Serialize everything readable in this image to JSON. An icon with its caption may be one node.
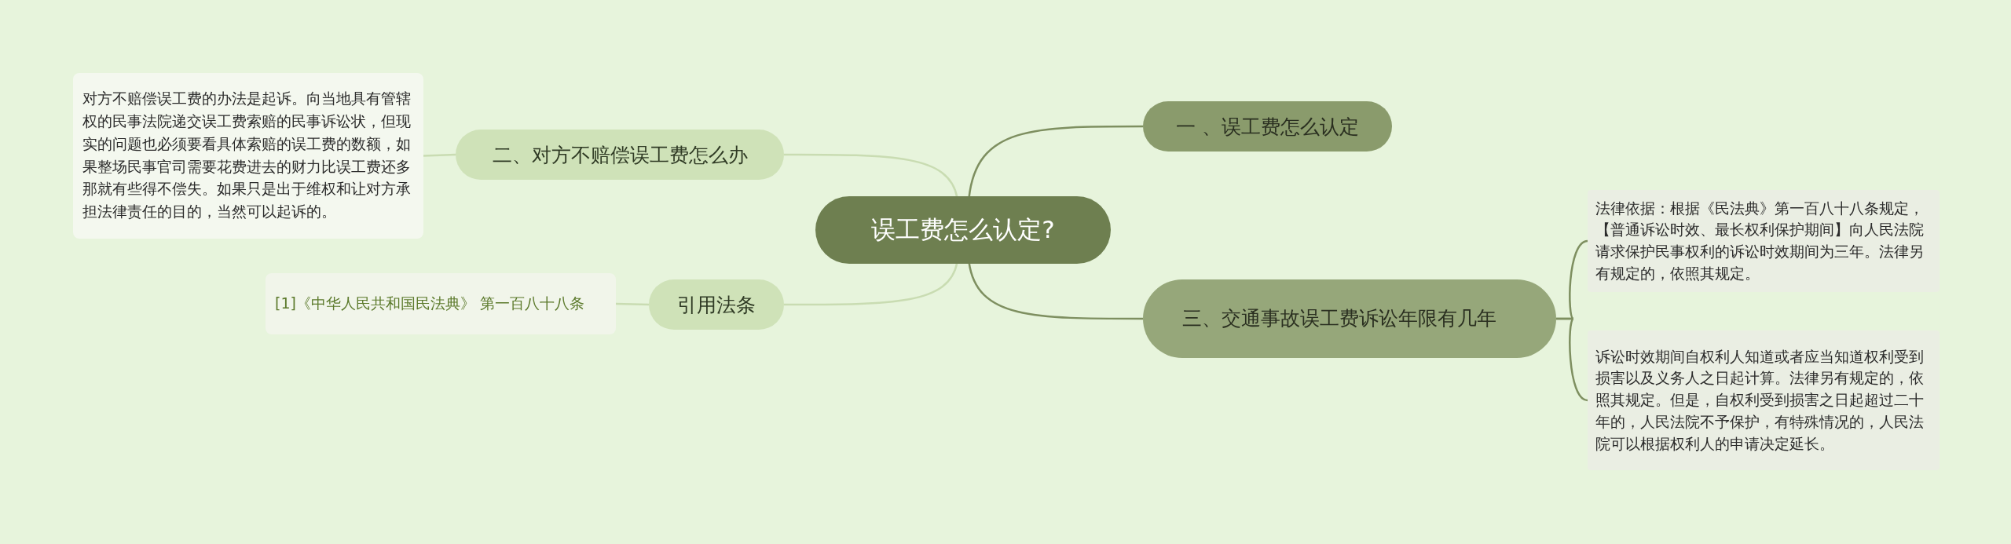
{
  "diagram": {
    "nodes": [
      {
        "text": [
          "误工费怎么认定?"
        ]
      },
      {
        "text": [
          "二、对方不赔偿误工费怎么办"
        ]
      },
      {
        "text": [
          "对方不赔偿误工费的办法是起诉。向当地具有管辖权的民事法院递交误工费索赔的民事诉讼状，但现实的问题也必须要看具体索赔的误工费的数额，如果整场民事官司需要花费进去的财力比误工费还多那就有些得不偿失。如果只是出于维权和让对方承担法律责任的目的，当然可以起诉的。"
        ]
      },
      {
        "text": [
          "引用法条"
        ]
      },
      {
        "text": [
          "[1]《中华人民共和国民法典》 第一百八十八条"
        ]
      },
      {
        "text": [
          "一 、误工费怎么认定"
        ]
      },
      {
        "text": [
          "三、交通事故误工费诉讼年限有几年"
        ]
      },
      {
        "text": [
          "法律依据：根据《民法典》第一百八十八条规定，【普通诉讼时效、最长权利保护期间】向人民法院请求保护民事权利的诉讼时效期间为三年。法律另有规定的，依照其规定。"
        ]
      },
      {
        "text": [
          "诉讼时效期间自权利人知道或者应当知道权利受到损害以及义务人之日起计算。法律另有规定的，依照其规定。但是，自权利受到损害之日起超过二十年的，人民法院不予保护，有特殊情况的，人民法院可以根据权利人的申请决定延长。"
        ]
      }
    ],
    "edges": [
      {
        "from": 0,
        "to": 1,
        "arrow": "none",
        "color": "#c9dcb2"
      },
      {
        "from": 1,
        "to": 2,
        "arrow": "none",
        "color": "#c9dcb2"
      },
      {
        "from": 0,
        "to": 3,
        "arrow": "none",
        "color": "#c9dcb2"
      },
      {
        "from": 3,
        "to": 4,
        "arrow": "none",
        "color": "#c9dcb2"
      },
      {
        "from": 0,
        "to": 5,
        "arrow": "none"
      },
      {
        "from": 0,
        "to": 6,
        "arrow": "none"
      },
      {
        "from": 6,
        "to": 7,
        "arrow": "none"
      },
      {
        "from": 6,
        "to": 8,
        "arrow": "none"
      }
    ]
  }
}
